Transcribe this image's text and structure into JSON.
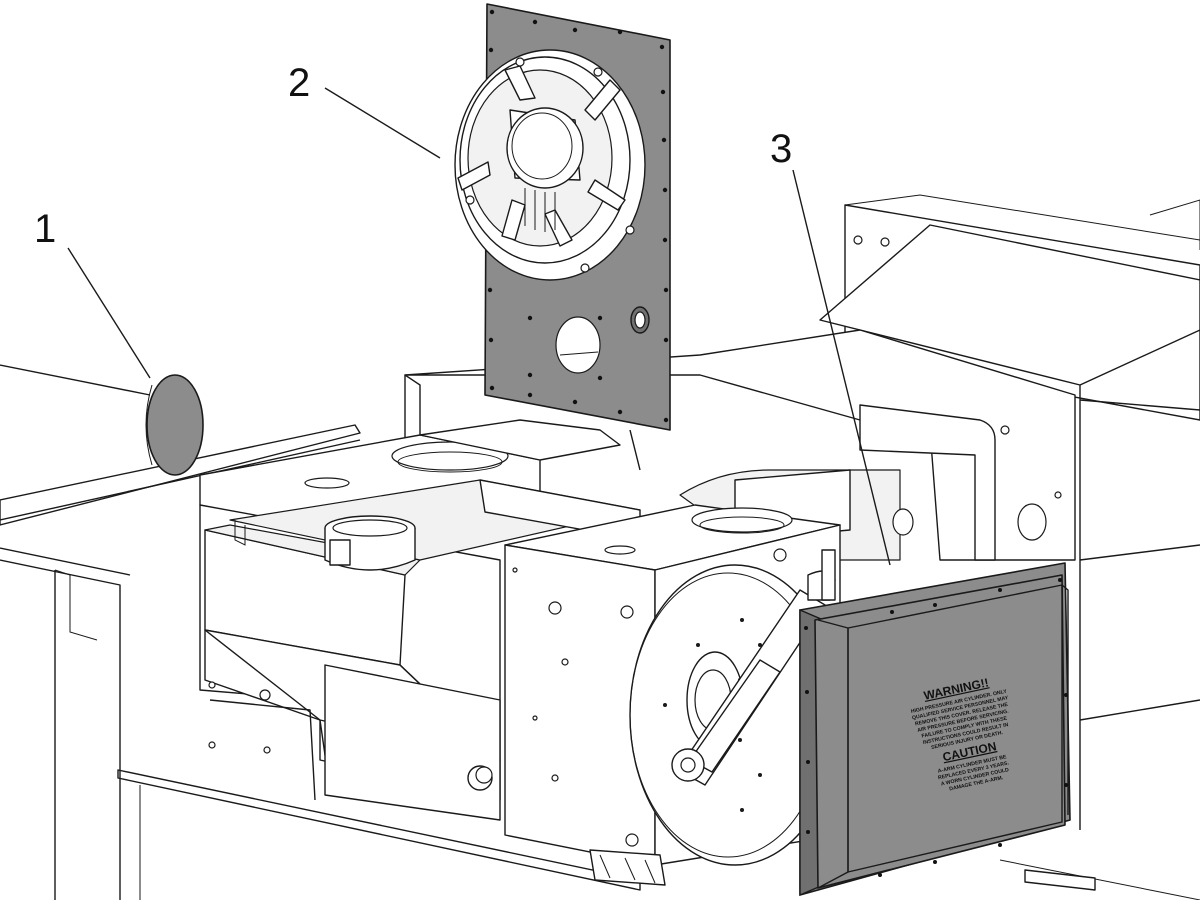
{
  "callouts": [
    {
      "label": "1"
    },
    {
      "label": "2"
    },
    {
      "label": "3"
    }
  ],
  "cover_decal": {
    "warning_title": "WARNING!!",
    "warning_lines": [
      "HIGH PRESSURE AIR CYLINDER. ONLY",
      "QUALIFIED SERVICE PERSONNEL MAY",
      "REMOVE THIS COVER. RELEASE THE",
      "AIR PRESSURE BEFORE SERVICING.",
      "FAILURE TO COMPLY WITH THESE",
      "INSTRUCTIONS COULD RESULT IN",
      "SERIOUS INJURY OR DEATH."
    ],
    "caution_title": "CAUTION",
    "caution_lines": [
      "A-ARM CYLINDER MUST BE",
      "REPLACED EVERY 3 YEARS.",
      "A WORN CYLINDER COULD",
      "DAMAGE THE A-ARM."
    ]
  },
  "colors": {
    "part_dark": "#8c8c8c",
    "line": "#1a1a1a",
    "background": "#ffffff"
  }
}
